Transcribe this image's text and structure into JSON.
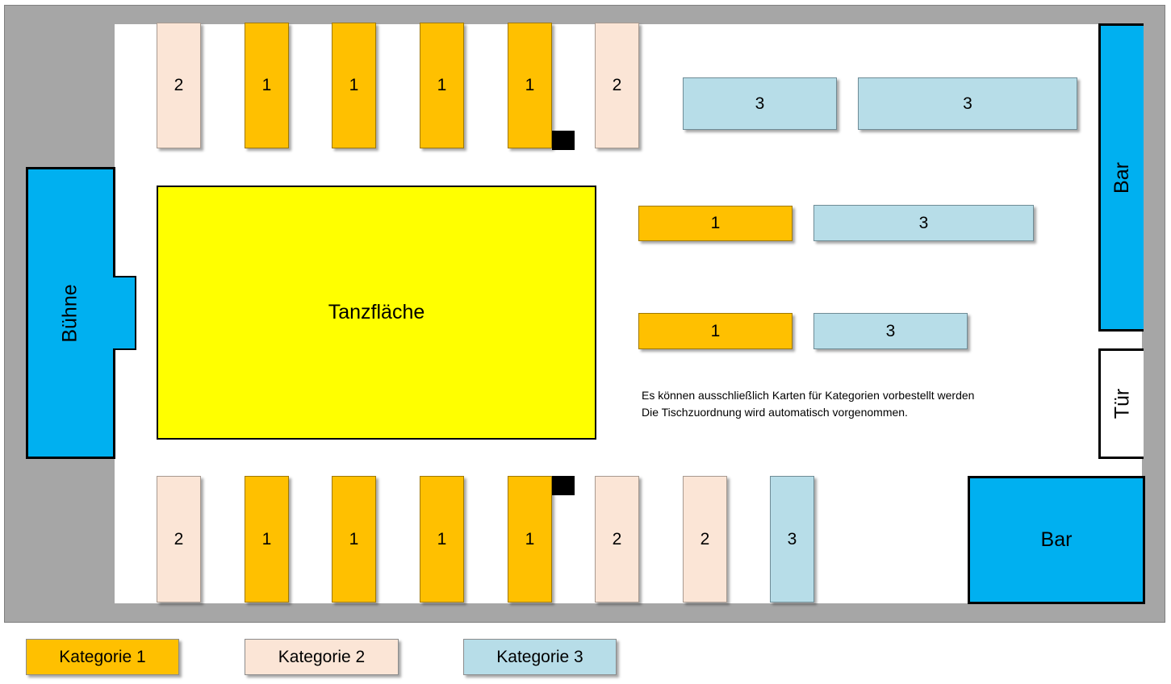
{
  "stage": {
    "label": "Bühne"
  },
  "dance_floor": {
    "label": "Tanzfläche"
  },
  "bars": {
    "right_label": "Bar",
    "corner_label": "Bar"
  },
  "door": {
    "label": "Tür"
  },
  "top_row": [
    "2",
    "1",
    "1",
    "1",
    "1",
    "2"
  ],
  "top_right": [
    "3",
    "3"
  ],
  "middle_row1": [
    "1",
    "3"
  ],
  "middle_row2": [
    "1",
    "3"
  ],
  "bottom_row": [
    "2",
    "1",
    "1",
    "1",
    "1",
    "2",
    "2",
    "3"
  ],
  "note": {
    "line1": "Es können ausschließlich Karten für Kategorien vorbestellt werden",
    "line2": "Die Tischzuordnung wird automatisch vorgenommen."
  },
  "legend": [
    "Kategorie 1",
    "Kategorie 2",
    "Kategorie 3"
  ],
  "colors": {
    "category_1": "#ffc000",
    "category_2": "#fbe5d6",
    "category_3": "#b7dde8",
    "stage_bar": "#00b0f0",
    "dance_floor": "#ffff00",
    "hall_border": "#a6a6a6"
  }
}
